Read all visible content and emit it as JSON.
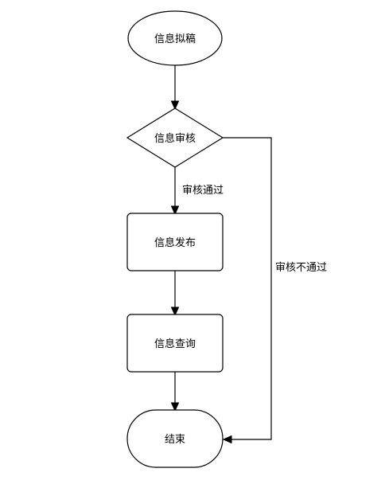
{
  "diagram": {
    "nodes": {
      "draft": {
        "label": "信息拟稿",
        "shape": "ellipse"
      },
      "review": {
        "label": "信息审核",
        "shape": "diamond"
      },
      "publish": {
        "label": "信息发布",
        "shape": "rounded-rect"
      },
      "query": {
        "label": "信息查询",
        "shape": "rounded-rect"
      },
      "end": {
        "label": "结束",
        "shape": "stadium"
      }
    },
    "edges": {
      "review_pass": {
        "from": "review",
        "to": "publish",
        "label": "审核通过"
      },
      "review_fail": {
        "from": "review",
        "to": "end",
        "label": "审核不通过"
      }
    }
  }
}
